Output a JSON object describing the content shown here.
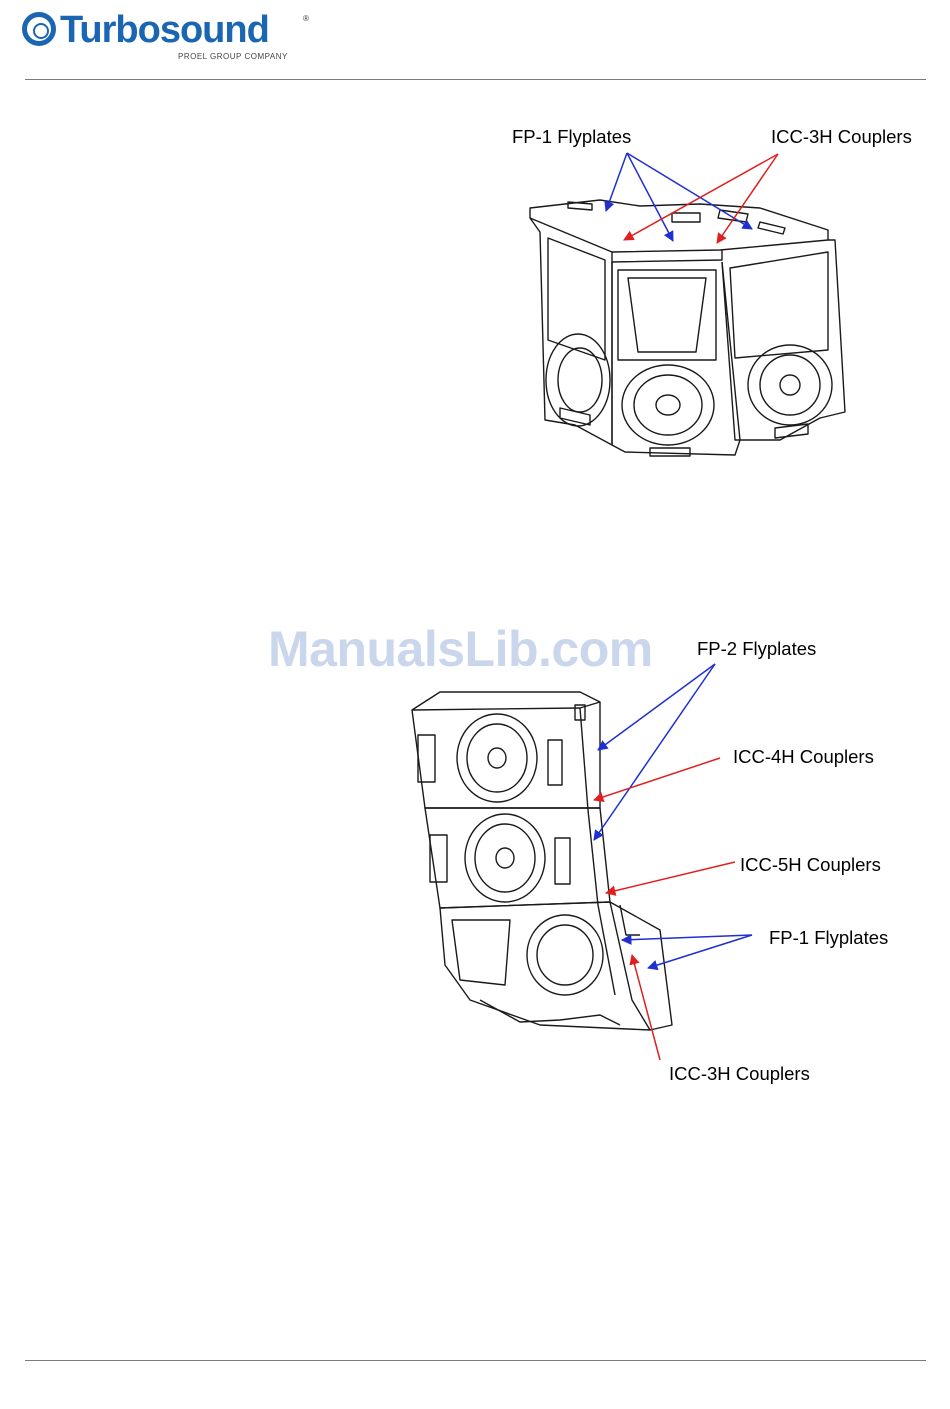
{
  "header": {
    "logo_name": "Turbosound",
    "logo_reg": "®",
    "logo_tagline": "PROEL GROUP COMPANY",
    "logo_color": "#1b66b3"
  },
  "watermark": "ManualsLib.com",
  "figure1": {
    "labels": {
      "fp1": "FP-1 Flyplates",
      "icc3h": "ICC-3H Couplers"
    }
  },
  "figure2": {
    "labels": {
      "fp2": "FP-2 Flyplates",
      "icc4h": "ICC-4H Couplers",
      "icc5h": "ICC-5H Couplers",
      "fp1": "FP-1 Flyplates",
      "icc3h": "ICC-3H Couplers"
    }
  },
  "colors": {
    "flyplate_arrow": "#1f2fd0",
    "coupler_arrow": "#e02020",
    "line_art": "#1a1a1a",
    "rule": "#7a7a7a"
  }
}
